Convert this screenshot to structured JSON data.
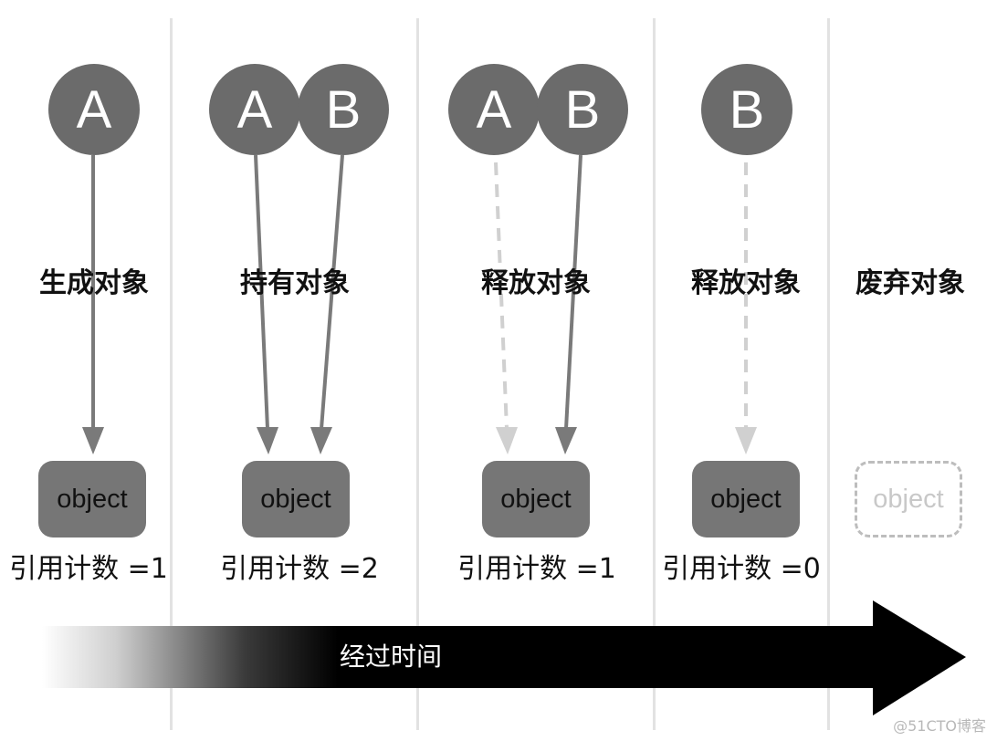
{
  "stages": [
    {
      "label": "生成对象",
      "nodes": [
        "A"
      ],
      "object": "object",
      "count": "引用计数 =1"
    },
    {
      "label": "持有对象",
      "nodes": [
        "A",
        "B"
      ],
      "object": "object",
      "count": "引用计数 =2"
    },
    {
      "label": "释放对象",
      "nodes": [
        "A",
        "B"
      ],
      "object": "object",
      "count": "引用计数 =1"
    },
    {
      "label": "释放对象",
      "nodes": [
        "B"
      ],
      "object": "object",
      "count": "引用计数 =0"
    },
    {
      "label": "废弃对象",
      "nodes": [],
      "object": "object",
      "count": ""
    }
  ],
  "timeline": {
    "label": "经过时间"
  },
  "watermark": "@51CTO博客",
  "colors": {
    "node": "#6b6b6b",
    "object": "#767676",
    "arrow": "#7a7a7a",
    "released_arrow": "#d0d0d0",
    "divider": "#e2e2e2"
  }
}
